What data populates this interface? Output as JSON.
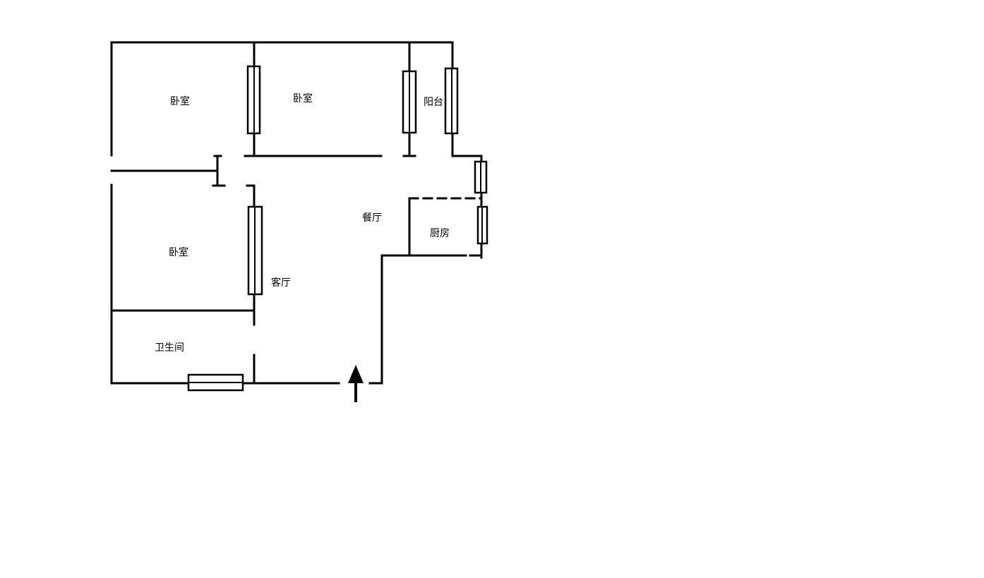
{
  "rooms": {
    "bedroom_1": "卧室",
    "bedroom_2": "卧室",
    "balcony": "阳台",
    "bedroom_3": "卧室",
    "dining": "餐厅",
    "kitchen": "厨房",
    "living": "客厅",
    "bathroom": "卫生间"
  },
  "colors": {
    "wall": "#000000",
    "background": "#ffffff"
  }
}
